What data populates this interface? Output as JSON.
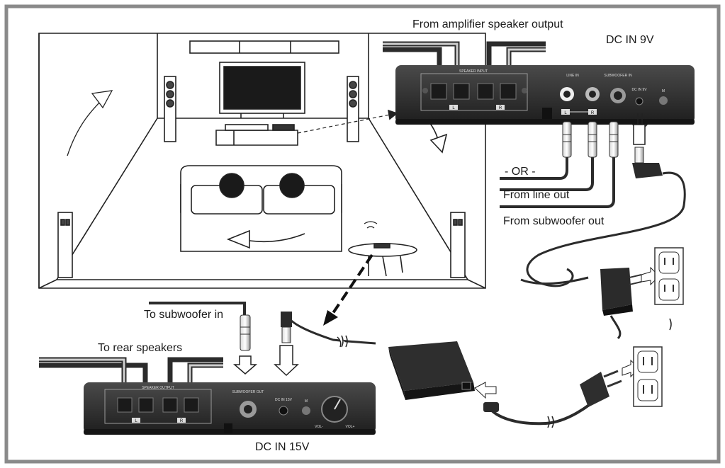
{
  "labels": {
    "amp_output": "From amplifier speaker output",
    "dc_in_9v": "DC IN 9V",
    "or": "- OR -",
    "from_line_out": "From line out",
    "from_sub_out": "From subwoofer out",
    "to_sub_in": "To subwoofer in",
    "to_rear": "To rear speakers",
    "dc_in_15v": "DC IN 15V"
  },
  "device_top": {
    "speaker_input": "SPEAKER INPUT",
    "line_in": "LINE IN",
    "subwoofer_in": "SUBWOOFER IN",
    "dc_in": "DC IN 9V",
    "m_button": "M",
    "left": "L",
    "right": "R"
  },
  "device_bottom": {
    "speaker_output": "SPEAKER OUTPUT",
    "subwoofer_out": "SUBWOOFER OUT",
    "dc_in": "DC IN 15V",
    "m_button": "M",
    "vol_minus": "VOL-",
    "vol_plus": "VOL+",
    "left": "L",
    "right": "R"
  },
  "colors": {
    "frame": "#8a8a8a",
    "device_body": "#3a3a3a",
    "cable": "#2b2b2b",
    "room_line": "#222222"
  }
}
